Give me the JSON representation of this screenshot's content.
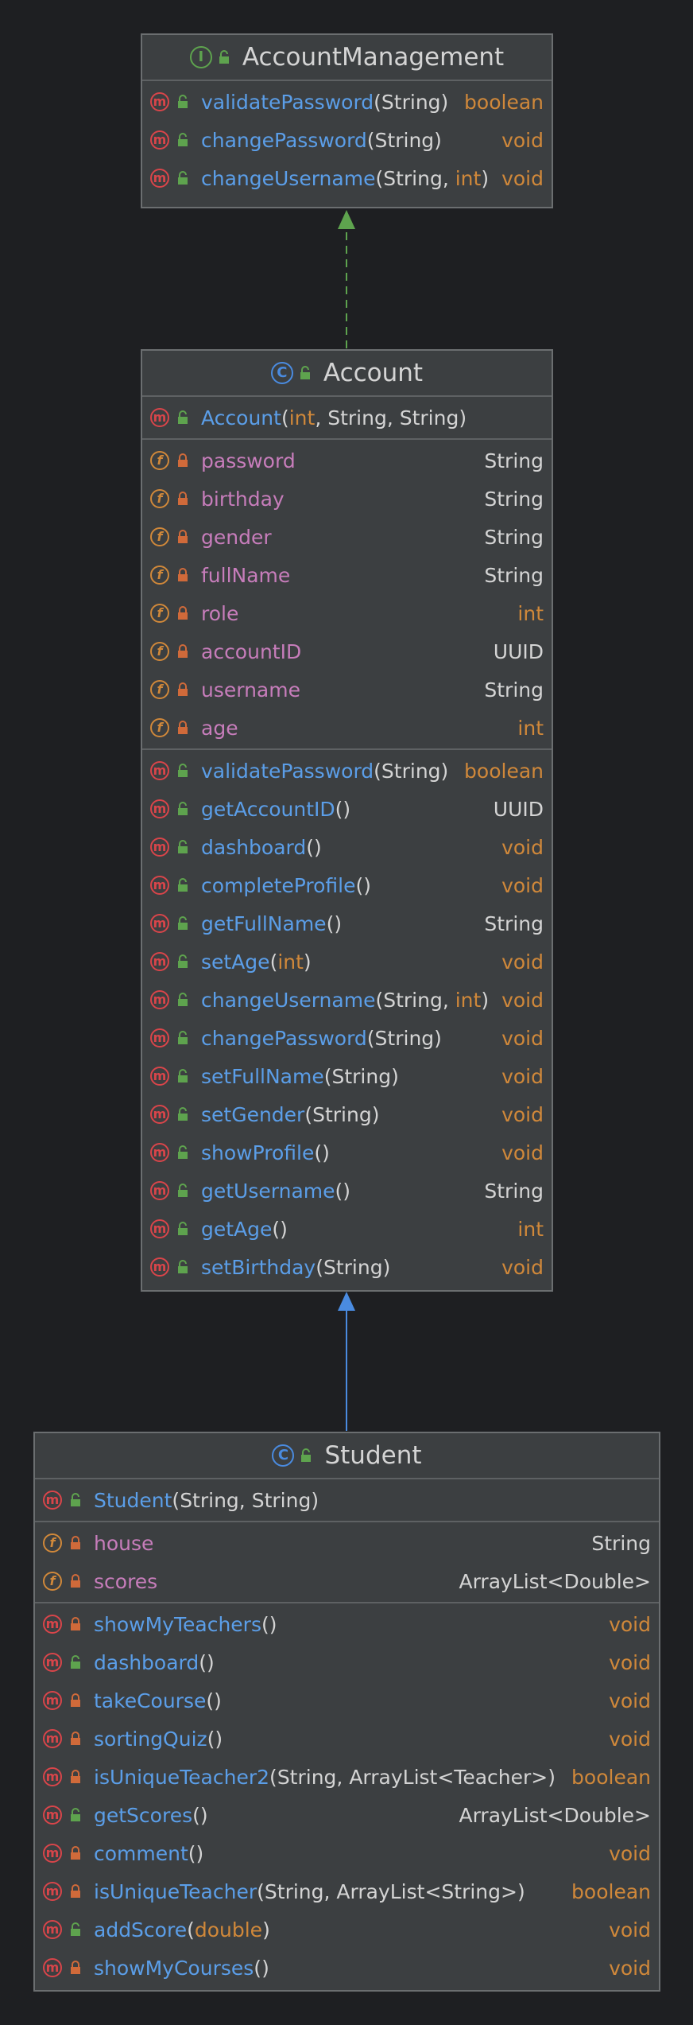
{
  "colors": {
    "background": "#1e1f22",
    "box": "#3c3f41",
    "method_name": "#5b9ee8",
    "field_name": "#c77dbb",
    "primitive": "#d0883a",
    "implements_arrow": "#5ea34e",
    "extends_arrow": "#4a8be0"
  },
  "classes": [
    {
      "id": "accountmanagement",
      "kind": "interface",
      "kind_letter": "I",
      "name": "AccountManagement",
      "sections": [
        [
          {
            "k": "m",
            "vis": "public",
            "name": "validatePassword",
            "params": [
              {
                "t": "String"
              }
            ],
            "ret": "boolean",
            "ret_prim": true
          },
          {
            "k": "m",
            "vis": "public",
            "name": "changePassword",
            "params": [
              {
                "t": "String"
              }
            ],
            "ret": "void",
            "ret_prim": true
          },
          {
            "k": "m",
            "vis": "public",
            "name": "changeUsername",
            "params": [
              {
                "t": "String"
              },
              {
                "t": "int",
                "prim": true
              }
            ],
            "ret": "void",
            "ret_prim": true
          }
        ]
      ]
    },
    {
      "id": "account",
      "kind": "class",
      "kind_letter": "C",
      "name": "Account",
      "sections": [
        [
          {
            "k": "m",
            "vis": "public",
            "name": "Account",
            "params": [
              {
                "t": "int",
                "prim": true
              },
              {
                "t": "String"
              },
              {
                "t": "String"
              }
            ],
            "ret": "",
            "ret_prim": false
          }
        ],
        [
          {
            "k": "f",
            "vis": "private",
            "name": "password",
            "ret": "String",
            "ret_prim": false
          },
          {
            "k": "f",
            "vis": "private",
            "name": "birthday",
            "ret": "String",
            "ret_prim": false
          },
          {
            "k": "f",
            "vis": "private",
            "name": "gender",
            "ret": "String",
            "ret_prim": false
          },
          {
            "k": "f",
            "vis": "private",
            "name": "fullName",
            "ret": "String",
            "ret_prim": false
          },
          {
            "k": "f",
            "vis": "private",
            "name": "role",
            "ret": "int",
            "ret_prim": true
          },
          {
            "k": "f",
            "vis": "private",
            "name": "accountID",
            "ret": "UUID",
            "ret_prim": false
          },
          {
            "k": "f",
            "vis": "private",
            "name": "username",
            "ret": "String",
            "ret_prim": false
          },
          {
            "k": "f",
            "vis": "private",
            "name": "age",
            "ret": "int",
            "ret_prim": true
          }
        ],
        [
          {
            "k": "m",
            "vis": "public",
            "name": "validatePassword",
            "params": [
              {
                "t": "String"
              }
            ],
            "ret": "boolean",
            "ret_prim": true
          },
          {
            "k": "m",
            "vis": "public",
            "name": "getAccountID",
            "params": [],
            "ret": "UUID",
            "ret_prim": false
          },
          {
            "k": "m",
            "vis": "public",
            "name": "dashboard",
            "params": [],
            "ret": "void",
            "ret_prim": true
          },
          {
            "k": "m",
            "vis": "public",
            "name": "completeProfile",
            "params": [],
            "ret": "void",
            "ret_prim": true
          },
          {
            "k": "m",
            "vis": "public",
            "name": "getFullName",
            "params": [],
            "ret": "String",
            "ret_prim": false
          },
          {
            "k": "m",
            "vis": "public",
            "name": "setAge",
            "params": [
              {
                "t": "int",
                "prim": true
              }
            ],
            "ret": "void",
            "ret_prim": true
          },
          {
            "k": "m",
            "vis": "public",
            "name": "changeUsername",
            "params": [
              {
                "t": "String"
              },
              {
                "t": "int",
                "prim": true
              }
            ],
            "ret": "void",
            "ret_prim": true
          },
          {
            "k": "m",
            "vis": "public",
            "name": "changePassword",
            "params": [
              {
                "t": "String"
              }
            ],
            "ret": "void",
            "ret_prim": true
          },
          {
            "k": "m",
            "vis": "public",
            "name": "setFullName",
            "params": [
              {
                "t": "String"
              }
            ],
            "ret": "void",
            "ret_prim": true
          },
          {
            "k": "m",
            "vis": "public",
            "name": "setGender",
            "params": [
              {
                "t": "String"
              }
            ],
            "ret": "void",
            "ret_prim": true
          },
          {
            "k": "m",
            "vis": "public",
            "name": "showProfile",
            "params": [],
            "ret": "void",
            "ret_prim": true
          },
          {
            "k": "m",
            "vis": "public",
            "name": "getUsername",
            "params": [],
            "ret": "String",
            "ret_prim": false
          },
          {
            "k": "m",
            "vis": "public",
            "name": "getAge",
            "params": [],
            "ret": "int",
            "ret_prim": true
          },
          {
            "k": "m",
            "vis": "public",
            "name": "setBirthday",
            "params": [
              {
                "t": "String"
              }
            ],
            "ret": "void",
            "ret_prim": true
          }
        ]
      ]
    },
    {
      "id": "student",
      "kind": "class",
      "kind_letter": "C",
      "name": "Student",
      "sections": [
        [
          {
            "k": "m",
            "vis": "public",
            "name": "Student",
            "params": [
              {
                "t": "String"
              },
              {
                "t": "String"
              }
            ],
            "ret": "",
            "ret_prim": false
          }
        ],
        [
          {
            "k": "f",
            "vis": "private",
            "name": "house",
            "ret": "String",
            "ret_prim": false
          },
          {
            "k": "f",
            "vis": "private",
            "name": "scores",
            "ret": "ArrayList<Double>",
            "ret_prim": false
          }
        ],
        [
          {
            "k": "m",
            "vis": "private",
            "name": "showMyTeachers",
            "params": [],
            "ret": "void",
            "ret_prim": true
          },
          {
            "k": "m",
            "vis": "public",
            "name": "dashboard",
            "params": [],
            "ret": "void",
            "ret_prim": true
          },
          {
            "k": "m",
            "vis": "private",
            "name": "takeCourse",
            "params": [],
            "ret": "void",
            "ret_prim": true
          },
          {
            "k": "m",
            "vis": "private",
            "name": "sortingQuiz",
            "params": [],
            "ret": "void",
            "ret_prim": true
          },
          {
            "k": "m",
            "vis": "private",
            "name": "isUniqueTeacher2",
            "params": [
              {
                "t": "String"
              },
              {
                "t": "ArrayList<Teacher>"
              }
            ],
            "ret": "boolean",
            "ret_prim": true
          },
          {
            "k": "m",
            "vis": "public",
            "name": "getScores",
            "params": [],
            "ret": "ArrayList<Double>",
            "ret_prim": false
          },
          {
            "k": "m",
            "vis": "private",
            "name": "comment",
            "params": [],
            "ret": "void",
            "ret_prim": true
          },
          {
            "k": "m",
            "vis": "private",
            "name": "isUniqueTeacher",
            "params": [
              {
                "t": "String"
              },
              {
                "t": "ArrayList<String>"
              }
            ],
            "ret": "boolean",
            "ret_prim": true
          },
          {
            "k": "m",
            "vis": "public",
            "name": "addScore",
            "params": [
              {
                "t": "double",
                "prim": true
              }
            ],
            "ret": "void",
            "ret_prim": true
          },
          {
            "k": "m",
            "vis": "private",
            "name": "showMyCourses",
            "params": [],
            "ret": "void",
            "ret_prim": true
          }
        ]
      ]
    }
  ],
  "relations": [
    {
      "from": "account",
      "to": "accountmanagement",
      "type": "implements"
    },
    {
      "from": "student",
      "to": "account",
      "type": "extends"
    }
  ]
}
